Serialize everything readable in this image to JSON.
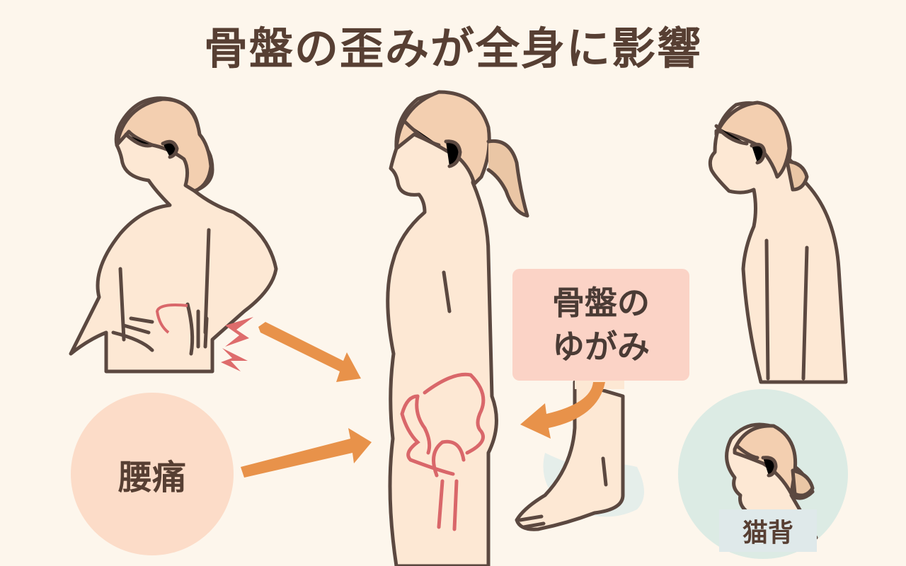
{
  "title": "骨盤の歪みが全身に影響",
  "center_label": {
    "line1": "骨盤の",
    "line2": "ゆがみ"
  },
  "symptoms": [
    {
      "label": "腰痛",
      "color": "#fcdcc8"
    },
    {
      "label": "猫背",
      "color": "#dcebe4"
    }
  ],
  "colors": {
    "background": "#fdf6ec",
    "title_text": "#573f33",
    "outline": "#5b4840",
    "skin": "#fde8d4",
    "hair": "#f3cfb0",
    "pelvis_line": "#d9676a",
    "arrow": "#e8924a",
    "pain_mark": "#de6c6c",
    "label_box": "#fbd3c6"
  },
  "figures": [
    {
      "name": "back-pain-woman"
    },
    {
      "name": "side-view-woman-with-pelvis"
    },
    {
      "name": "hunched-woman"
    },
    {
      "name": "foot"
    }
  ]
}
